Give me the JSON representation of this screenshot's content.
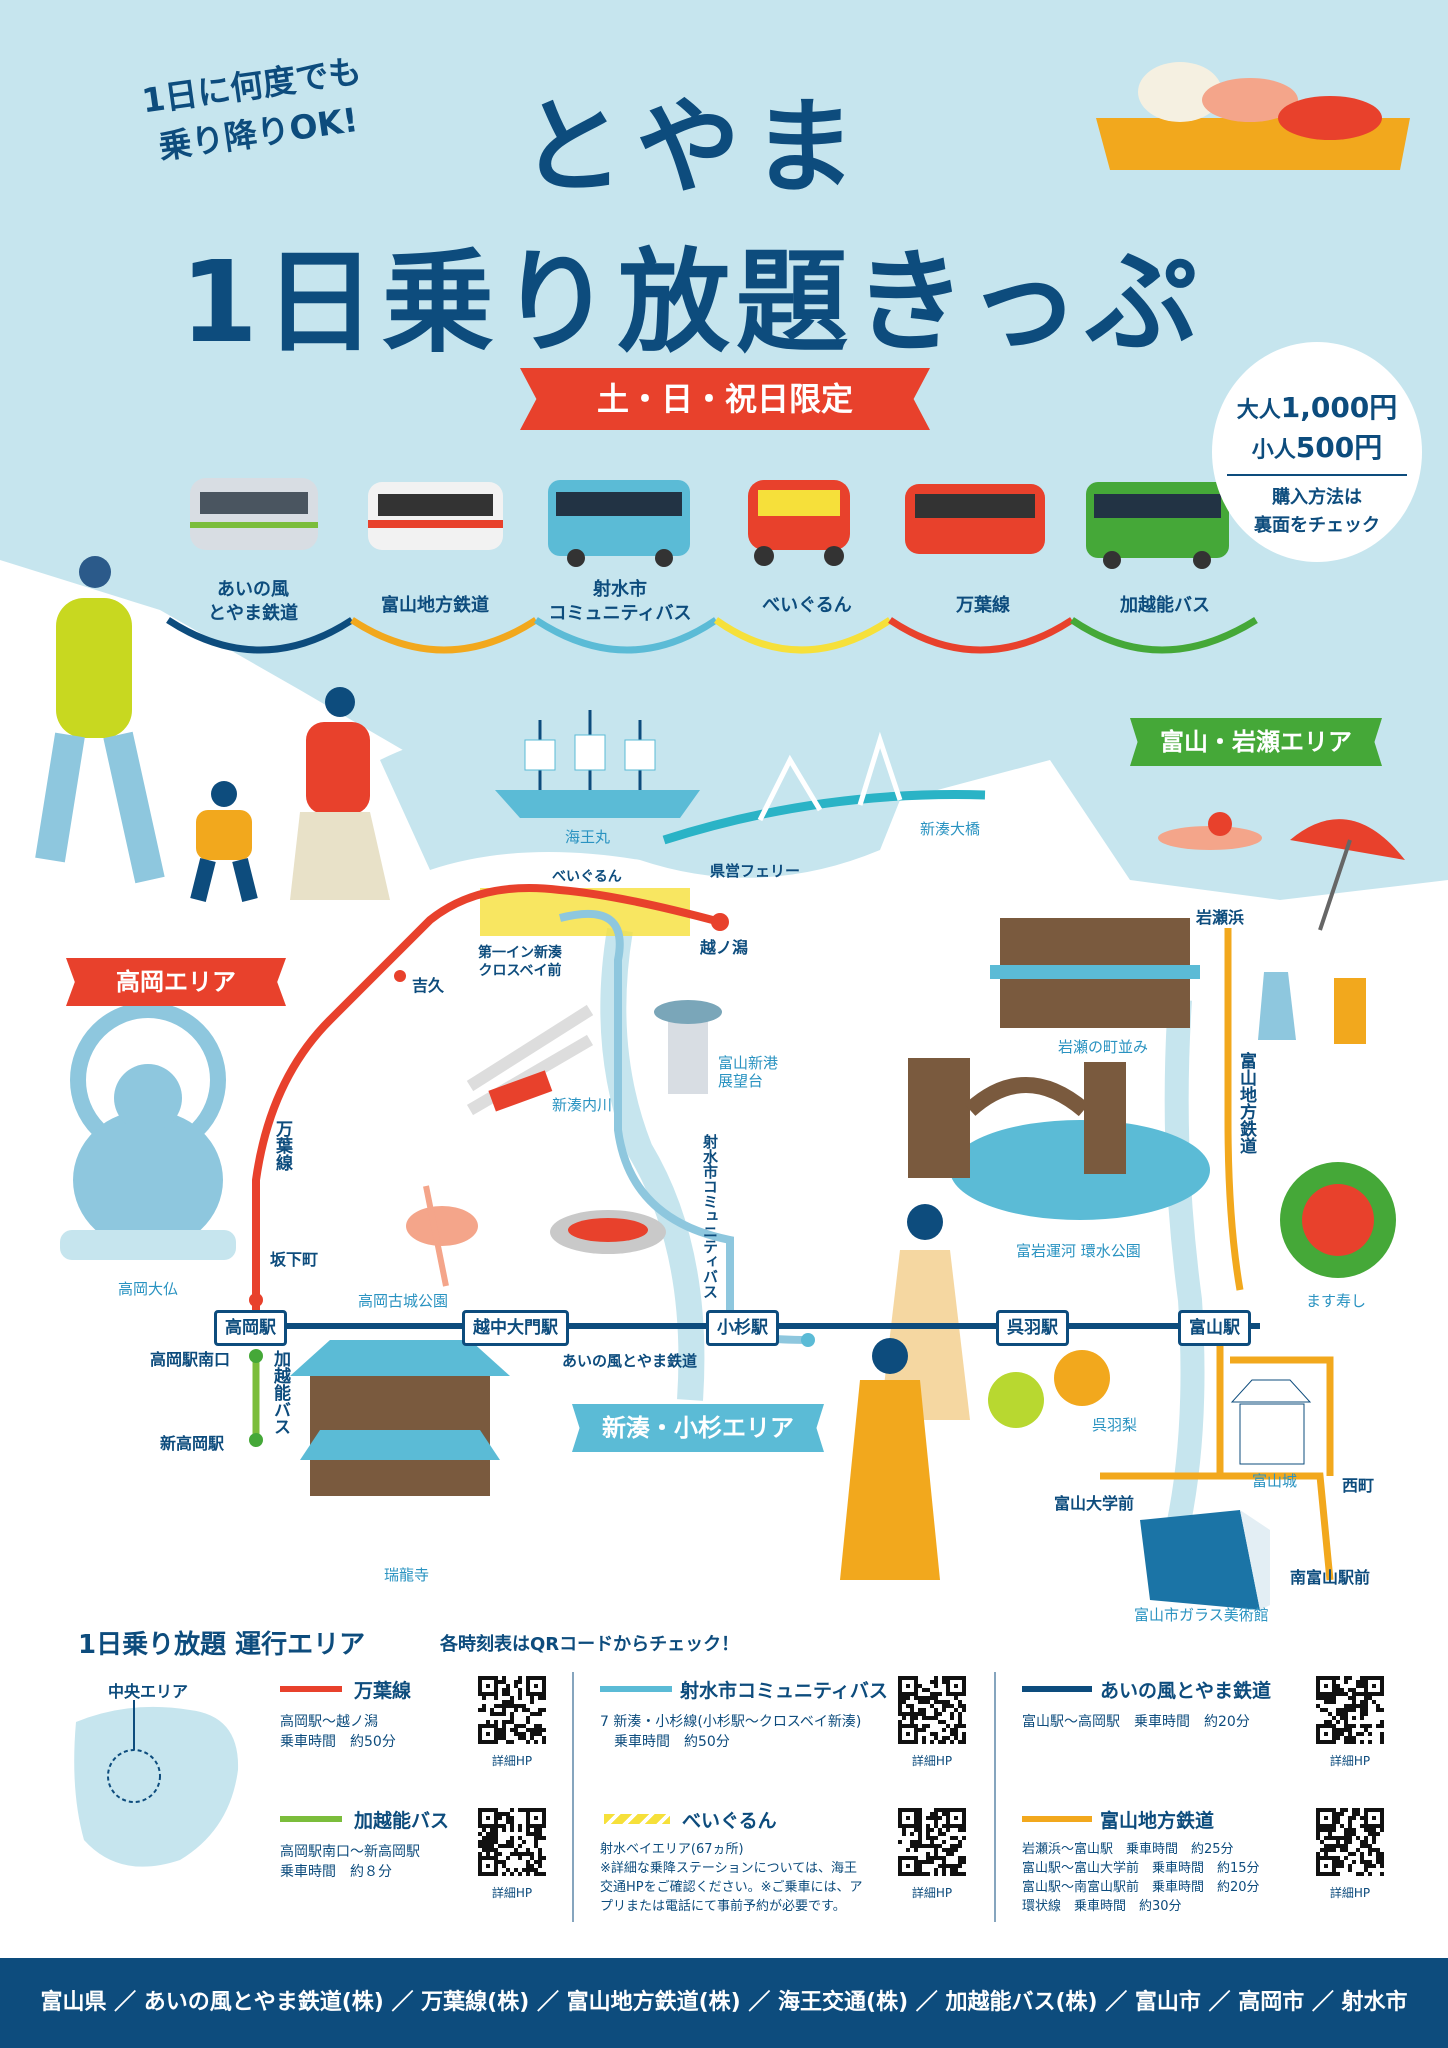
{
  "header": {
    "slogan_line1": "1日に何度でも",
    "slogan_line2": "乗り降りOK!",
    "title_line1": "とやま",
    "title_line2": "1日乗り放題きっぷ",
    "limited_label": "土・日・祝日限定",
    "price_adult_label": "大人",
    "price_adult_value": "1,000円",
    "price_child_label": "小人",
    "price_child_value": "500円",
    "purchase_line1": "購入方法は",
    "purchase_line2": "裏面をチェック"
  },
  "vehicles": [
    {
      "label": "あいの風\nとやま鉄道",
      "color": "#0d4c7d"
    },
    {
      "label": "富山地方鉄道",
      "color": "#f2a81d"
    },
    {
      "label": "射水市\nコミュニティバス",
      "color": "#5bbbd6"
    },
    {
      "label": "べいぐるん",
      "color": "#f6e03a"
    },
    {
      "label": "万葉線",
      "color": "#e8412c"
    },
    {
      "label": "加越能バス",
      "color": "#45a838"
    }
  ],
  "areas": {
    "toyama_iwase": "富山・岩瀬エリア",
    "takaoka": "高岡エリア",
    "shinminato_kosugi": "新湊・小杉エリア"
  },
  "places": {
    "kaiomaru": "海王丸",
    "shinminato_bridge": "新湊大橋",
    "beigurun": "べいぐるん",
    "ferry": "県営フェリー",
    "koshinokata": "越ノ潟",
    "crossbay": "第一イン新湊\nクロスベイ前",
    "yoshihisa": "吉久",
    "shinminato_uchikawa": "新湊内川",
    "observatory": "富山新港\n展望台",
    "iwase_townscape": "岩瀬の町並み",
    "iwasehama": "岩瀬浜",
    "fugan_canal": "富岩運河 環水公園",
    "masuzushi": "ます寿し",
    "takaoka_daibutsu": "高岡大仏",
    "sakashitamachi": "坂下町",
    "takaoka_kojo": "高岡古城公園",
    "zuiryuji": "瑞龍寺",
    "kureha_pear": "呉羽梨",
    "toyama_castle": "富山城",
    "nishicho": "西町",
    "toyama_univ": "富山大学前",
    "minami_toyama": "南富山駅前",
    "glass_museum": "富山市ガラス美術館",
    "takaoka_minamiguchi": "高岡駅南口",
    "shin_takaoka": "新高岡駅"
  },
  "stations": {
    "takaoka": "高岡駅",
    "etchu_daimon": "越中大門駅",
    "kosugi": "小杉駅",
    "kureha": "呉羽駅",
    "toyama": "富山駅"
  },
  "line_labels": {
    "manyo": "万葉線",
    "imizu_bus": "射水市コミュニティバス",
    "ainokaze": "あいの風とやま鉄道",
    "chitetsu": "富山地方鉄道",
    "kaetsuno": "加越能バス"
  },
  "info": {
    "title": "1日乗り放題 運行エリア",
    "subtitle": "各時刻表はQRコードからチェック！",
    "central_area": "中央エリア",
    "qr_caption": "詳細HP",
    "routes": [
      {
        "name": "万葉線",
        "text": "高岡駅～越ノ潟\n乗車時間　約50分",
        "color": "#e8412c"
      },
      {
        "name": "射水市コミュニティバス",
        "text": "7 新湊・小杉線(小杉駅～クロスベイ新湊)\n　乗車時間　約50分",
        "color": "#5bbbd6"
      },
      {
        "name": "あいの風とやま鉄道",
        "text": "富山駅～高岡駅　乗車時間　約20分",
        "color": "#0d4c7d"
      },
      {
        "name": "加越能バス",
        "text": "高岡駅南口～新高岡駅\n乗車時間　約８分",
        "color": "#45a838"
      },
      {
        "name": "べいぐるん",
        "text": "射水ベイエリア(67ヵ所)\n※詳細な乗降ステーションについては、海王\n交通HPをご確認ください。※ご乗車には、ア\nプリまたは電話にて事前予約が必要です。",
        "color": "#f6e03a"
      },
      {
        "name": "富山地方鉄道",
        "text": "岩瀬浜～富山駅　乗車時間　約25分\n富山駅～富山大学前　乗車時間　約15分\n富山駅～南富山駅前　乗車時間　約20分\n環状線　乗車時間　約30分",
        "color": "#f2a81d"
      }
    ]
  },
  "footer": "富山県 ／ あいの風とやま鉄道(株) ／ 万葉線(株) ／ 富山地方鉄道(株) ／ 海王交通(株) ／ 加越能バス(株) ／ 富山市 ／ 高岡市 ／ 射水市"
}
